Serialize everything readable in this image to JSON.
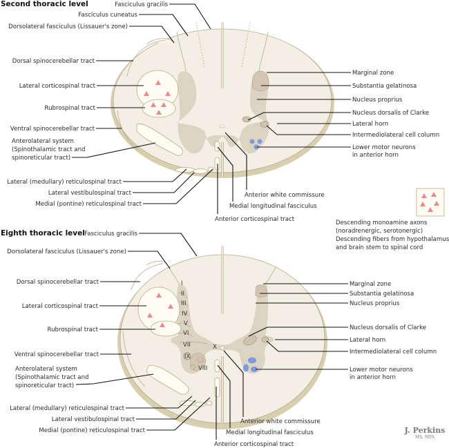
{
  "sections": [
    {
      "title": "Second thoracic level",
      "left_labels": [
        "Fasciculus gracilis",
        "Fasciculus cuneatus",
        "Dorsolateral fasciculus (Lissauer's zone)",
        "Dorsal spinocerebellar tract",
        "Lateral corticospinal tract",
        "Rubrospinal tract",
        "Ventral spinocerebellar tract",
        "Anterolateral system",
        "(Spinothalamic tract and",
        "spinoreticular tract)",
        "Lateral (medullary) reticulospinal tract",
        "Lateral vestibulospinal tract",
        "Medial (pontine) reticulospinal tract"
      ],
      "right_labels": [
        "Marginal zone",
        "Substantia gelatinosa",
        "Nucleus proprius",
        "Nucleus dorsalis of Clarke",
        "Lateral horn",
        "Intermediolateral cell column",
        "Lower motor neurons",
        "in anterior horn"
      ],
      "bottom_labels": [
        "Anterior white commissure",
        "Medial longitudinal fasciculus",
        "Anterior corticospinal tract"
      ]
    },
    {
      "title": "Eighth thoracic level",
      "left_labels": [
        "Fasciculus gracilis",
        "Dorsolateral fasciculus (Lissauer's zone)",
        "Dorsal spinocerebellar tract",
        "Lateral corticospinal tract",
        "Rubrospinal tract",
        "Ventral spinocerebellar tract",
        "Anterolateral system",
        "(Spinothalamic tract and",
        "spinoreticular tract)",
        "Lateral (medullary) reticulospinal tract",
        "Lateral vestibulospinal tract",
        "Medial (pontine) reticulospinal tract"
      ],
      "right_labels": [
        "Marginal zone",
        "Substantia gelatinosa",
        "Nucleus proprius",
        "Nucleus dorsalis of Clarke",
        "Lateral horn",
        "Intermediolateral cell column",
        "Lower motor neurons",
        "in anterior horn"
      ],
      "bottom_labels": [
        "Anterior white commissure",
        "Medial longitudinal fasciculus",
        "Anterior corticospinal tract"
      ],
      "laminae": [
        "I",
        "II",
        "III",
        "IV",
        "V",
        "VI",
        "VII",
        "VIII",
        "IX",
        "X"
      ]
    }
  ],
  "legend": {
    "symbol": "pink-triangles",
    "lines": [
      "Descending monoamine axons",
      "(noradrenergic, serotonergic)",
      "Descending fibers from hypothalamus",
      "and brain stem to spinal cord"
    ]
  },
  "signature": {
    "name": "J. Perkins",
    "credentials": "MS, MFA"
  },
  "colors": {
    "white_matter": "#f3efe4",
    "gray_matter": "#ddd3c3",
    "rim": "#d8ceb0",
    "monoamine_triangles": "#e98a8e",
    "motor_neurons": "#7d9ad9"
  }
}
